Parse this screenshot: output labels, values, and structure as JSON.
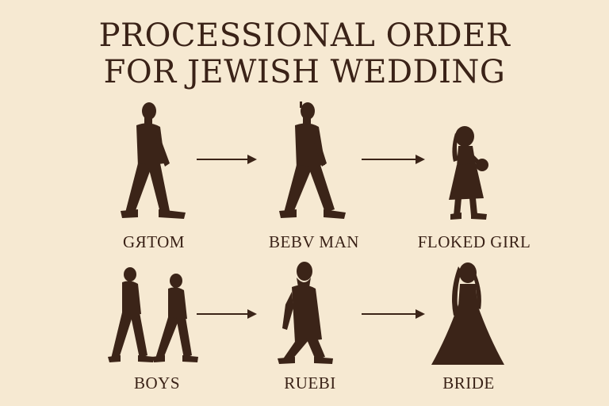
{
  "title": {
    "line1": "PROCESSIONAL ORDER",
    "line2": "FOR JEWISH WEDDING"
  },
  "steps": [
    {
      "label": "GЯTOM",
      "icon": "walking-man-icon"
    },
    {
      "label": "BEBV MAN",
      "icon": "walking-man-icon"
    },
    {
      "label": "FLOKED GIRL",
      "icon": "girl-with-flowers-icon"
    },
    {
      "label": "BOYS",
      "icon": "two-walking-boys-icon"
    },
    {
      "label": "RUEBI",
      "icon": "walking-rabbi-icon"
    },
    {
      "label": "BRIDE",
      "icon": "bride-in-gown-icon"
    }
  ],
  "colors": {
    "background": "#f6e9d2",
    "ink": "#3b2418"
  }
}
